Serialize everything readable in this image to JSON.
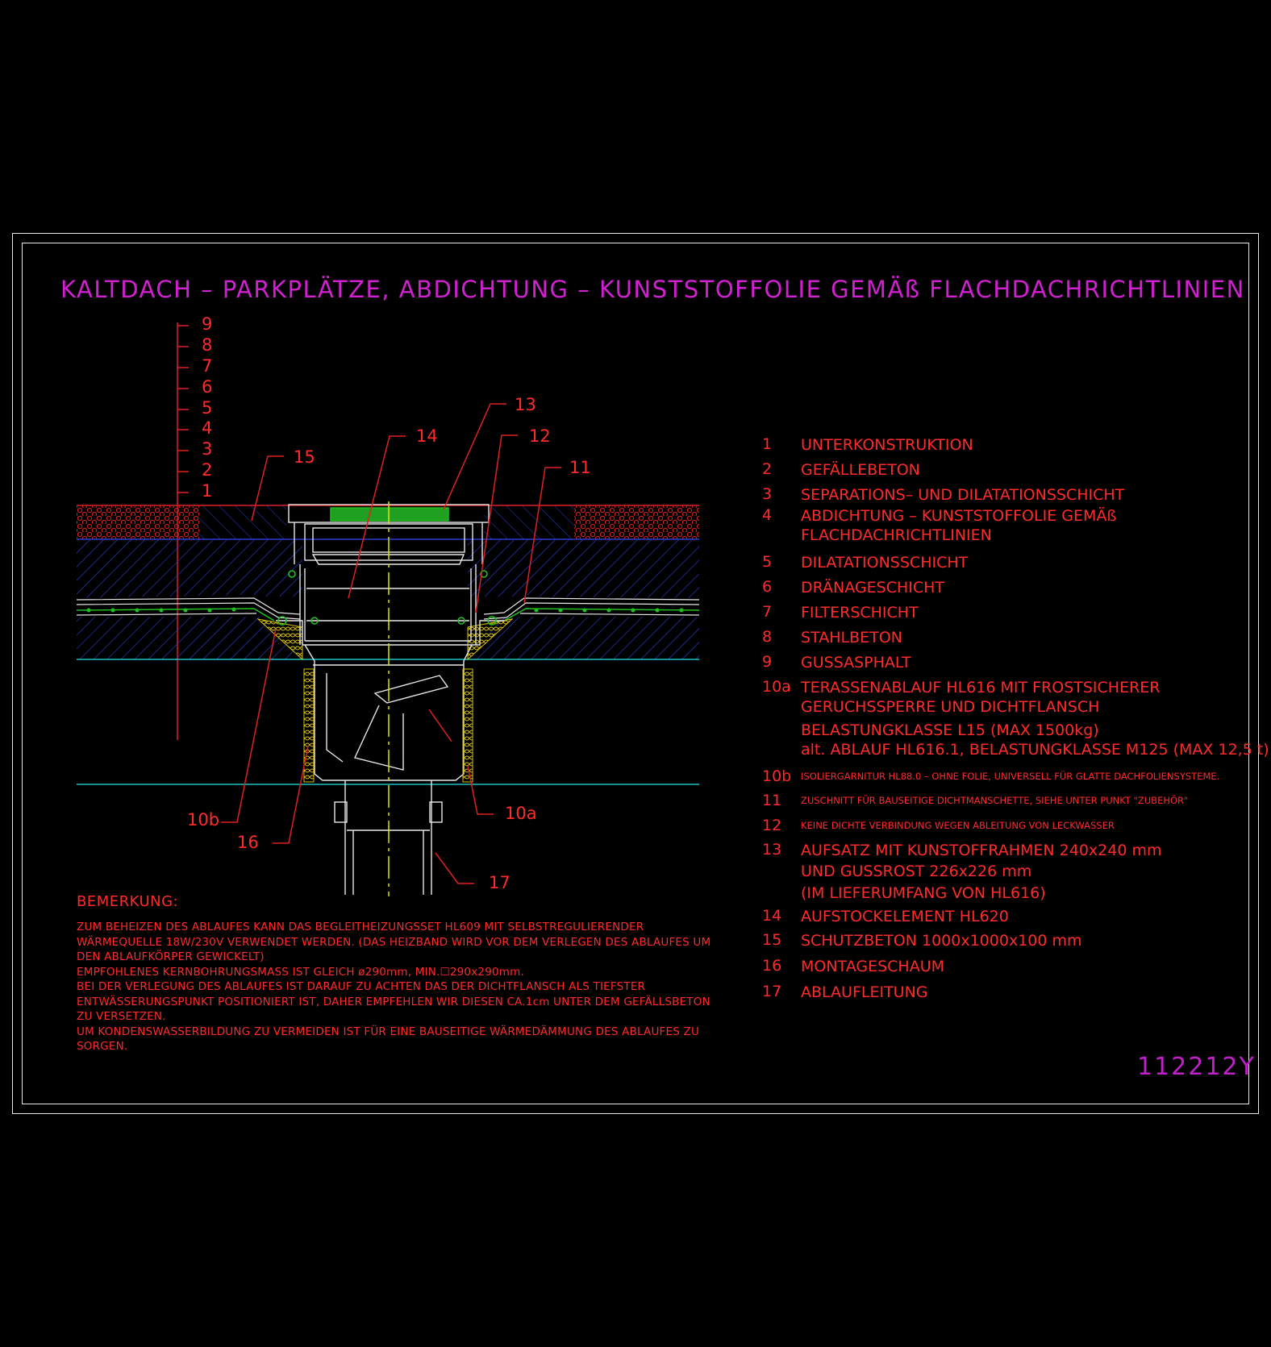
{
  "title": "KALTDACH – PARKPLÄTZE, ABDICHTUNG – KUNSTSTOFFOLIE GEMÄß FLACHDACHRICHTLINIEN",
  "drawing_code": "112212Y",
  "layer_scale": [
    "9",
    "8",
    "7",
    "6",
    "5",
    "4",
    "3",
    "2",
    "1"
  ],
  "callouts": {
    "c13": "13",
    "c14": "14",
    "c12": "12",
    "c15": "15",
    "c11": "11",
    "c10b": "10b",
    "c16": "16",
    "c10a": "10a",
    "c17": "17"
  },
  "legend": [
    {
      "num": "1",
      "lines": [
        "UNTERKONSTRUKTION"
      ]
    },
    {
      "num": "2",
      "lines": [
        "GEFÄLLEBETON"
      ]
    },
    {
      "num": "3",
      "lines": [
        "SEPARATIONS– UND DILATATIONSSCHICHT"
      ]
    },
    {
      "num": "4",
      "lines": [
        "ABDICHTUNG – KUNSTSTOFFOLIE GEMÄß",
        "FLACHDACHRICHTLINIEN"
      ]
    },
    {
      "num": "5",
      "lines": [
        "DILATATIONSSCHICHT"
      ]
    },
    {
      "num": "6",
      "lines": [
        "DRÄNAGESCHICHT"
      ]
    },
    {
      "num": "7",
      "lines": [
        "FILTERSCHICHT"
      ]
    },
    {
      "num": "8",
      "lines": [
        "STAHLBETON"
      ]
    },
    {
      "num": "9",
      "lines": [
        "GUSSASPHALT"
      ]
    },
    {
      "num": "10a",
      "lines": [
        "TERASSENABLAUF HL616 MIT FROSTSICHERER",
        "GERUCHSSPERRE UND DICHTFLANSCH",
        "BELASTUNGKLASSE L15 (MAX 1500kg)",
        "alt. ABLAUF HL616.1, BELASTUNGKLASSE M125 (MAX 12,5 t)"
      ]
    },
    {
      "num": "10b",
      "lines": [
        "ISOLIERGARNITUR HL88.0 – OHNE FOLIE, UNIVERSELL FÜR GLATTE DACHFOLIENSYSTEME."
      ],
      "small": true
    },
    {
      "num": "11",
      "lines": [
        "ZUSCHNITT FÜR BAUSEITIGE DICHTMANSCHETTE, SIEHE UNTER PUNKT \"ZUBEHÖR\""
      ],
      "small": true
    },
    {
      "num": "12",
      "lines": [
        "KEINE DICHTE VERBINDUNG WEGEN ABLEITUNG VON LECKWASSER"
      ],
      "small": true
    },
    {
      "num": "13",
      "lines": [
        "AUFSATZ MIT KUNSTOFFRAHMEN 240x240 mm",
        "UND GUSSROST 226x226 mm",
        "(IM LIEFERUMFANG VON HL616)"
      ]
    },
    {
      "num": "14",
      "lines": [
        "AUFSTOCKELEMENT HL620"
      ]
    },
    {
      "num": "15",
      "lines": [
        "SCHUTZBETON 1000x1000x100 mm"
      ]
    },
    {
      "num": "16",
      "lines": [
        "MONTAGESCHAUM"
      ]
    },
    {
      "num": "17",
      "lines": [
        "ABLAUFLEITUNG"
      ]
    }
  ],
  "remarks": {
    "heading": "BEMERKUNG:",
    "lines": [
      "ZUM BEHEIZEN DES ABLAUFES KANN DAS BEGLEITHEIZUNGSSET HL609 MIT SELBSTREGULIERENDER",
      "WÄRMEQUELLE 18W/230V VERWENDET WERDEN. (DAS HEIZBAND WIRD VOR DEM VERLEGEN DES ABLAUFES UM",
      "DEN ABLAUFKÖRPER GEWICKELT)",
      "EMPFOHLENES KERNBOHRUNGSMASS IST GLEICH ø290mm, MIN.☐290x290mm.",
      "BEI DER VERLEGUNG DES ABLAUFES IST DARAUF ZU ACHTEN DAS DER DICHTFLANSCH ALS TIEFSTER",
      "ENTWÄSSERUNGSPUNKT POSITIONIERT IST, DAHER EMPFEHLEN WIR DIESEN CA.1cm UNTER DEM GEFÄLLSBETON",
      "ZU VERSETZEN.",
      "UM KONDENSWASSERBILDUNG ZU VERMEIDEN IST FÜR EINE BAUSEITIGE WÄRMEDÄMMUNG DES ABLAUFES ZU",
      "SORGEN."
    ]
  },
  "colors": {
    "title": "#d020d0",
    "text": "#ff2a2a",
    "hatch": "#2a3ad0",
    "pipe": "#e8e8e8",
    "insulation": "#d8c000",
    "drain_green": "#20c020",
    "axis": "#e0e000"
  }
}
